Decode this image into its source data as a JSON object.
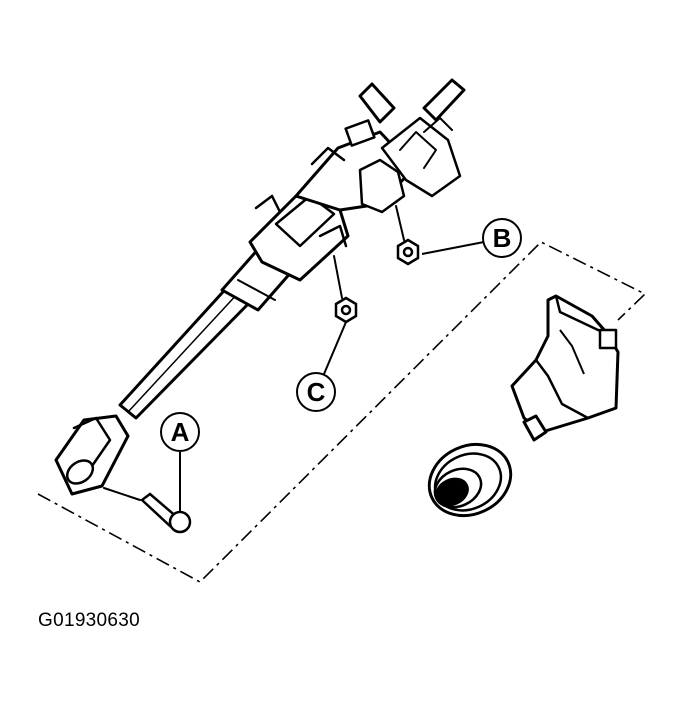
{
  "callouts": {
    "a": "A",
    "b": "B",
    "c": "C"
  },
  "figure_id": "G01930630"
}
